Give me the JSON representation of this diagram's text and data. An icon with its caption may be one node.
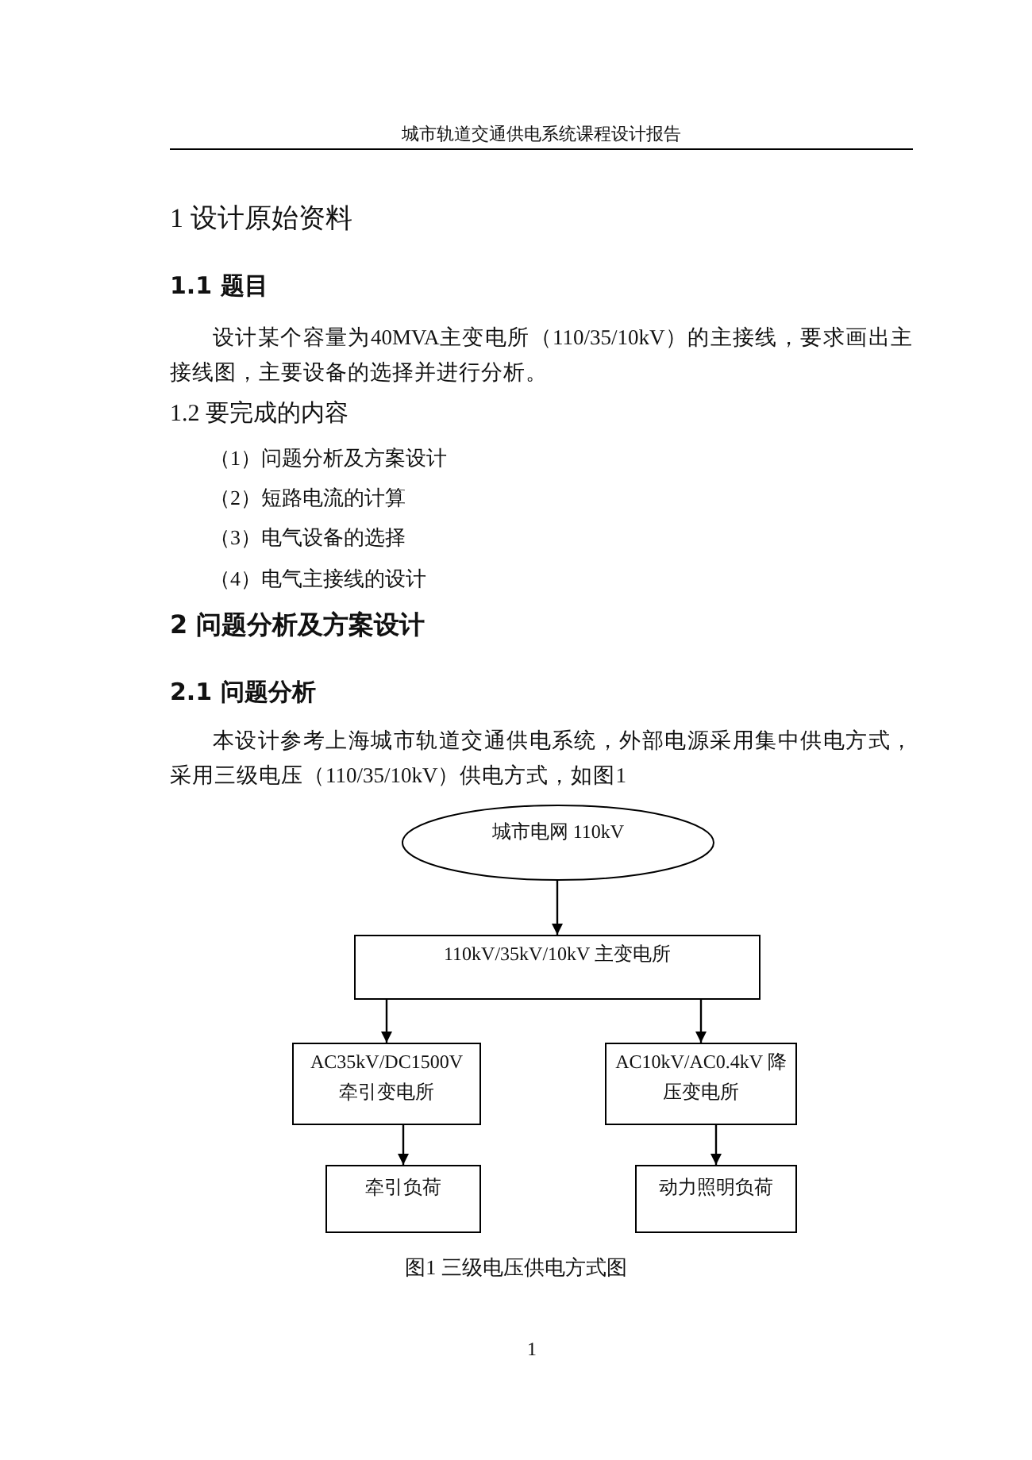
{
  "diagram": {
    "caption": "图1 三级电压供电方式图",
    "nodes": [
      {
        "text": [
          "城市电网 110kV"
        ]
      },
      {
        "text": [
          "110kV/35kV/10kV 主变电所"
        ]
      },
      {
        "text": [
          "AC35kV/DC1500V 牵引变电所"
        ]
      },
      {
        "text": [
          "AC10kV/AC0.4kV 降压变电所"
        ]
      },
      {
        "text": [
          "牵引负荷"
        ]
      },
      {
        "text": [
          "动力照明负荷"
        ]
      }
    ],
    "edges": [
      {
        "from": 0,
        "to": 1,
        "arrow": "to"
      },
      {
        "from": 1,
        "to": 2,
        "arrow": "to"
      },
      {
        "from": 1,
        "to": 3,
        "arrow": "to"
      },
      {
        "from": 2,
        "to": 4,
        "arrow": "to"
      },
      {
        "from": 3,
        "to": 5,
        "arrow": "to"
      }
    ],
    "labels": [
      "城市轨道交通供电系统课程设计报告",
      "1 设计原始资料",
      "1.1 题目",
      "设计某个容量为40MVA主变电所（110/35/10kV）的主接线，要求画出主接线图，主要设备的选择并进行分析。",
      "1.2 要完成的内容",
      "（1）问题分析及方案设计",
      "（2）短路电流的计算",
      "（3）电气设备的选择",
      "（4）电气主接线的设计",
      "2 问题分析及方案设计",
      "2.1 问题分析",
      "本设计参考上海城市轨道交通供电系统，外部电源采用集中供电方式，采用三级电压（110/35/10kV）供电方式，如图1",
      "1"
    ]
  }
}
